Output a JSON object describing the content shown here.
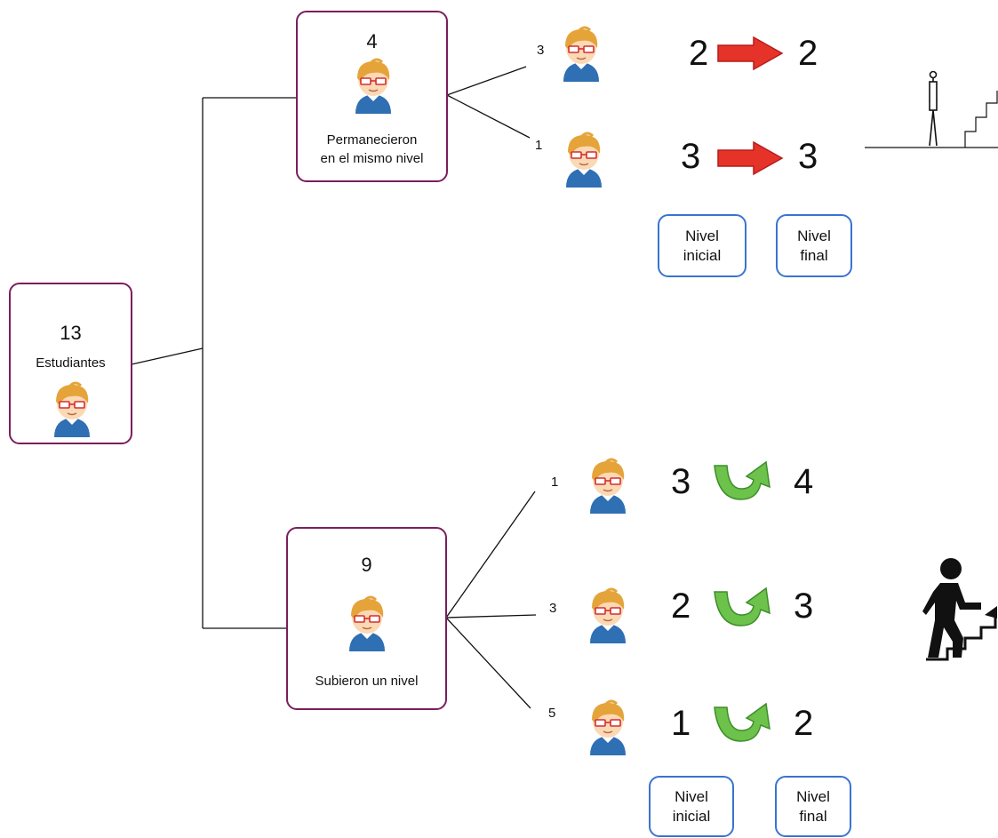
{
  "root": {
    "count": "13",
    "label": "Estudiantes"
  },
  "same_level": {
    "count": "4",
    "label_line1": "Permanecieron",
    "label_line2": "en el mismo nivel",
    "rows": [
      {
        "count": "3",
        "from": "2",
        "to": "2"
      },
      {
        "count": "1",
        "from": "3",
        "to": "3"
      }
    ],
    "tags": {
      "initial_line1": "Nivel",
      "initial_line2": "inicial",
      "final_line1": "Nivel",
      "final_line2": "final"
    }
  },
  "up_level": {
    "count": "9",
    "label": "Subieron un nivel",
    "rows": [
      {
        "count": "1",
        "from": "3",
        "to": "4"
      },
      {
        "count": "3",
        "from": "2",
        "to": "3"
      },
      {
        "count": "5",
        "from": "1",
        "to": "2"
      }
    ],
    "tags": {
      "initial_line1": "Nivel",
      "initial_line2": "inicial",
      "final_line1": "Nivel",
      "final_line2": "final"
    }
  },
  "colors": {
    "box_border": "#7b1e5d",
    "tag_border": "#3a73d1",
    "arrow_red": "#e53329",
    "arrow_green": "#6cc24a"
  },
  "icons": {
    "student": "student-avatar-icon",
    "same": "standing-person-stairs-icon",
    "up": "climbing-stairs-icon"
  }
}
